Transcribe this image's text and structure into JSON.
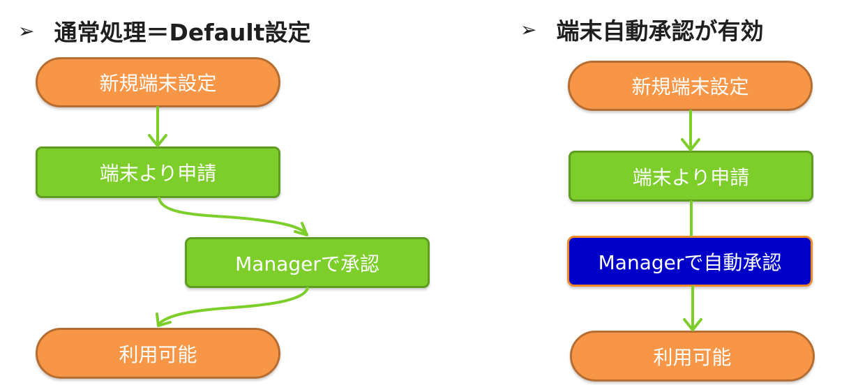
{
  "left_flow": {
    "heading": {
      "bullet": "➢",
      "text": "通常処理＝Default設定"
    },
    "nodes": [
      {
        "label": "新規端末設定",
        "shape": "terminal"
      },
      {
        "label": "端末より申請",
        "shape": "process"
      },
      {
        "label": "Managerで承認",
        "shape": "process"
      },
      {
        "label": "利用可能",
        "shape": "terminal"
      }
    ]
  },
  "right_flow": {
    "heading": {
      "bullet": "➢",
      "text": "端末自動承認が有効"
    },
    "nodes": [
      {
        "label": "新規端末設定",
        "shape": "terminal"
      },
      {
        "label": "端末より申請",
        "shape": "process"
      },
      {
        "label": "Managerで自動承認",
        "shape": "highlight"
      },
      {
        "label": "利用可能",
        "shape": "terminal"
      }
    ]
  },
  "colors": {
    "terminal_fill": "#f79646",
    "terminal_border": "#b66d31",
    "process_fill": "#7dce2a",
    "process_border": "#5e9c22",
    "highlight_fill": "#0000c8",
    "highlight_border": "#f0892a",
    "arrow": "#7dce2a",
    "heading_text": "#1f1f1f"
  }
}
